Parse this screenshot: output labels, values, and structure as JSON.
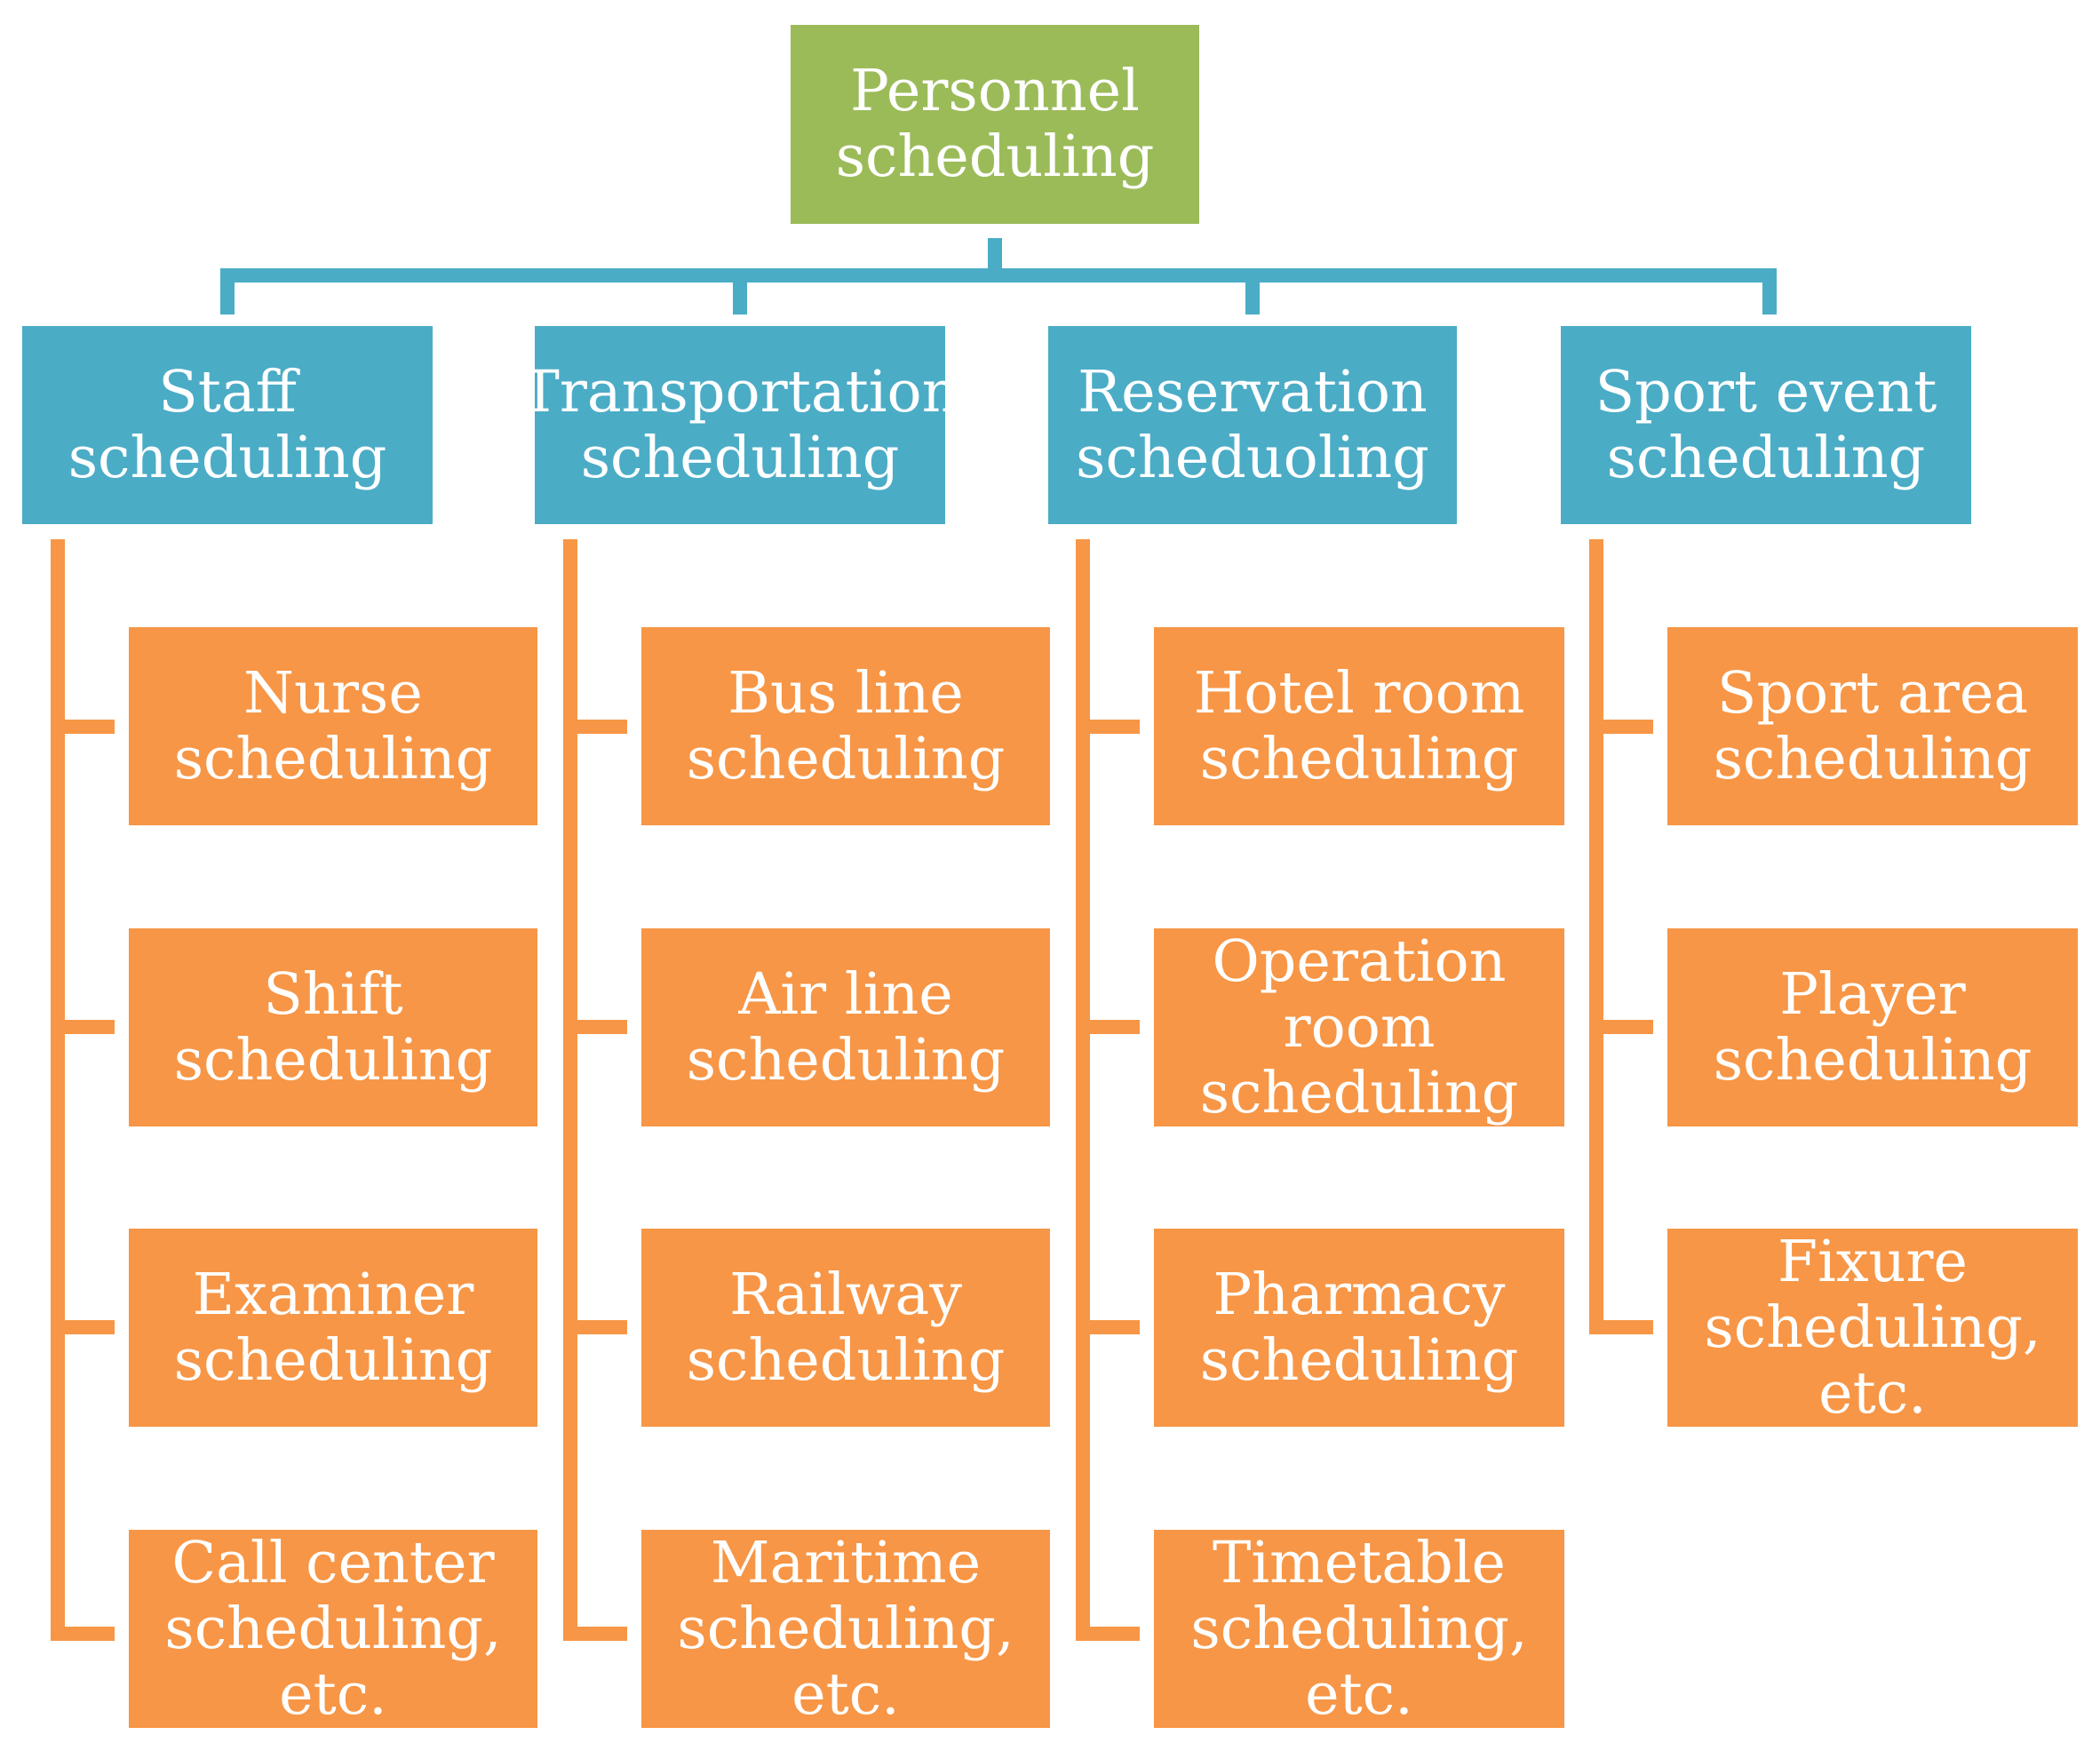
{
  "root": {
    "label": "Personnel\nscheduling"
  },
  "categories": [
    {
      "label": "Staff\nscheduling",
      "items": [
        "Nurse\nscheduling",
        "Shift\nscheduling",
        "Examiner\nscheduling",
        "Call center\nscheduling, etc."
      ]
    },
    {
      "label": "Transportation\nscheduling",
      "items": [
        "Bus line\nscheduling",
        "Air line\nscheduling",
        "Railway\nscheduling",
        "Maritime\nscheduling, etc."
      ]
    },
    {
      "label": "Reservation\nscheduoling",
      "items": [
        "Hotel room\nscheduling",
        "Operation\nroom\nscheduling",
        "Pharmacy\nscheduling",
        "Timetable\nscheduling, etc."
      ]
    },
    {
      "label": "Sport event\nscheduling",
      "items": [
        "Sport area\nscheduling",
        "Player\nscheduling",
        "Fixure\nscheduling, etc."
      ]
    }
  ],
  "colors": {
    "root": "#9bbb59",
    "category": "#4bacc6",
    "leaf": "#f79646"
  }
}
